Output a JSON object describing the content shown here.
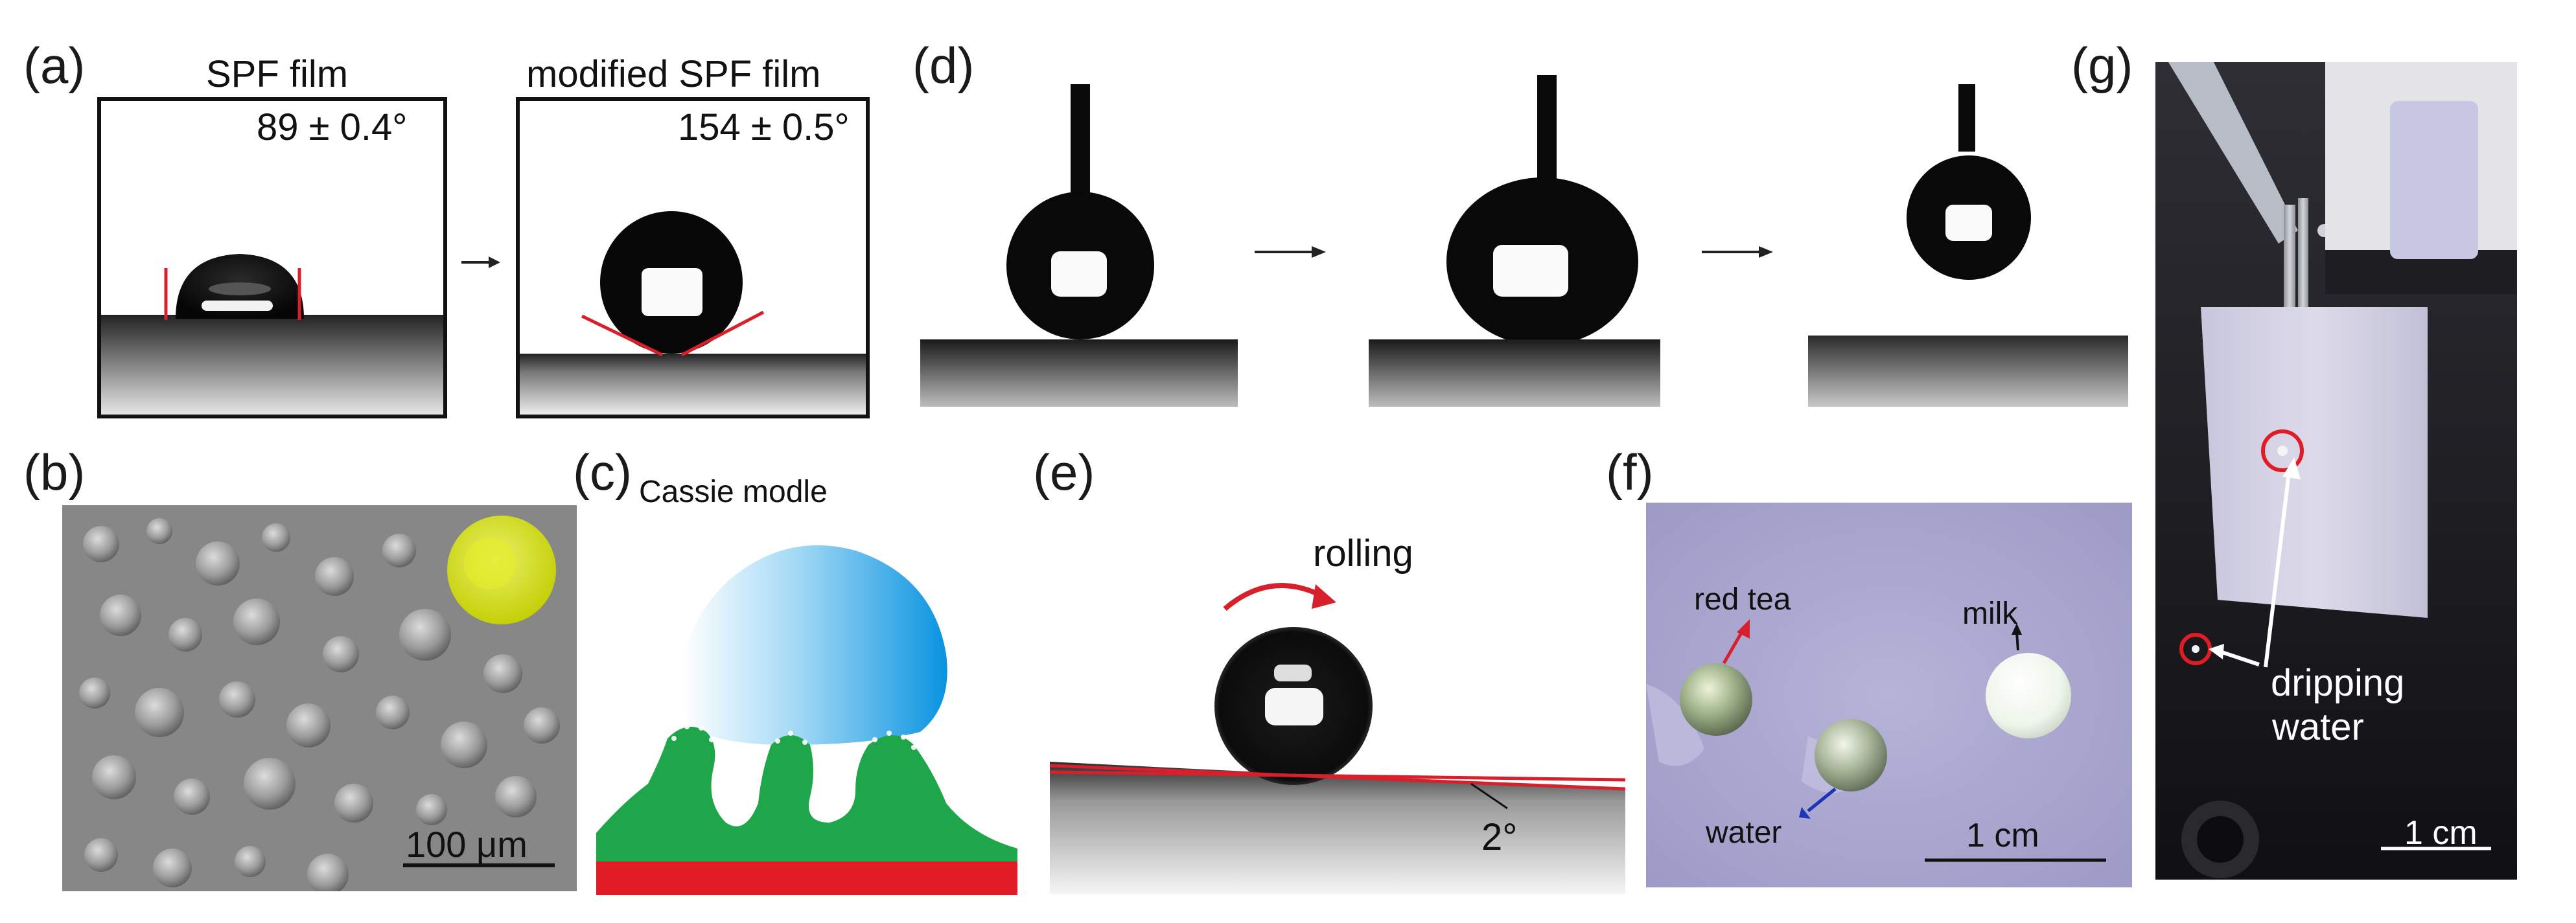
{
  "panels": {
    "a": {
      "letter": "(a)",
      "left_title": "SPF film",
      "left_angle": "89 ± 0.4°",
      "right_title": "modified SPF film",
      "right_angle": "154 ± 0.5°"
    },
    "b": {
      "letter": "(b)",
      "scale": "100 μm"
    },
    "c": {
      "letter": "(c)",
      "model": "Cassie modle"
    },
    "d": {
      "letter": "(d)"
    },
    "e": {
      "letter": "(e)",
      "rolling": "rolling",
      "tilt": "2°"
    },
    "f": {
      "letter": "(f)",
      "red_tea": "red tea",
      "milk": "milk",
      "water": "water",
      "scale": "1 cm"
    },
    "g": {
      "letter": "(g)",
      "dripping_1": "dripping",
      "dripping_2": "water",
      "scale": "1 cm"
    }
  },
  "colors": {
    "contact_line": "#d8202c",
    "cassie_green": "#1fa64a",
    "cassie_red": "#e01c24",
    "drop_blue": "#1aa0e6",
    "highlight_yellow": "#d7e400",
    "arrow_blue": "#1a35b5",
    "background_purple": "#a9a6cf"
  }
}
